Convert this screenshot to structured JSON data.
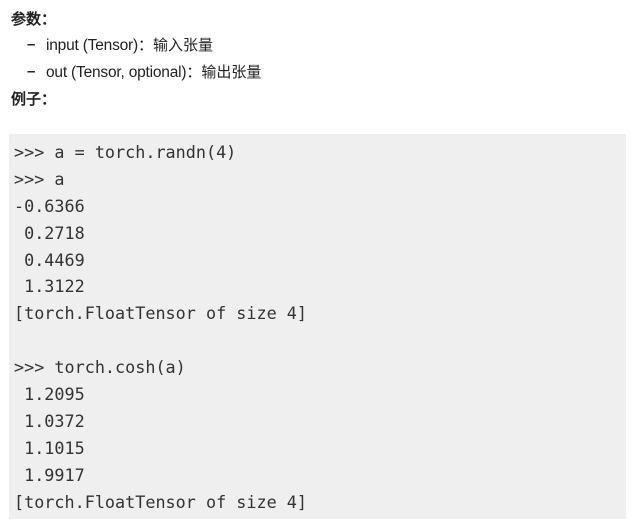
{
  "sections": {
    "params_heading": "参数：",
    "examples_heading": "例子："
  },
  "params": [
    {
      "bullet": "–",
      "signature": "input (Tensor)",
      "separator": "：",
      "description": "输入张量"
    },
    {
      "bullet": "–",
      "signature": "out (Tensor, optional)",
      "separator": "：",
      "description": "输出张量"
    }
  ],
  "code": {
    "lines": [
      ">>> a = torch.randn(4)",
      ">>> a",
      "-0.6366",
      " 0.2718",
      " 0.4469",
      " 1.3122",
      "[torch.FloatTensor of size 4]",
      "",
      ">>> torch.cosh(a)",
      " 1.2095",
      " 1.0372",
      " 1.1015",
      " 1.9917",
      "[torch.FloatTensor of size 4]"
    ]
  }
}
